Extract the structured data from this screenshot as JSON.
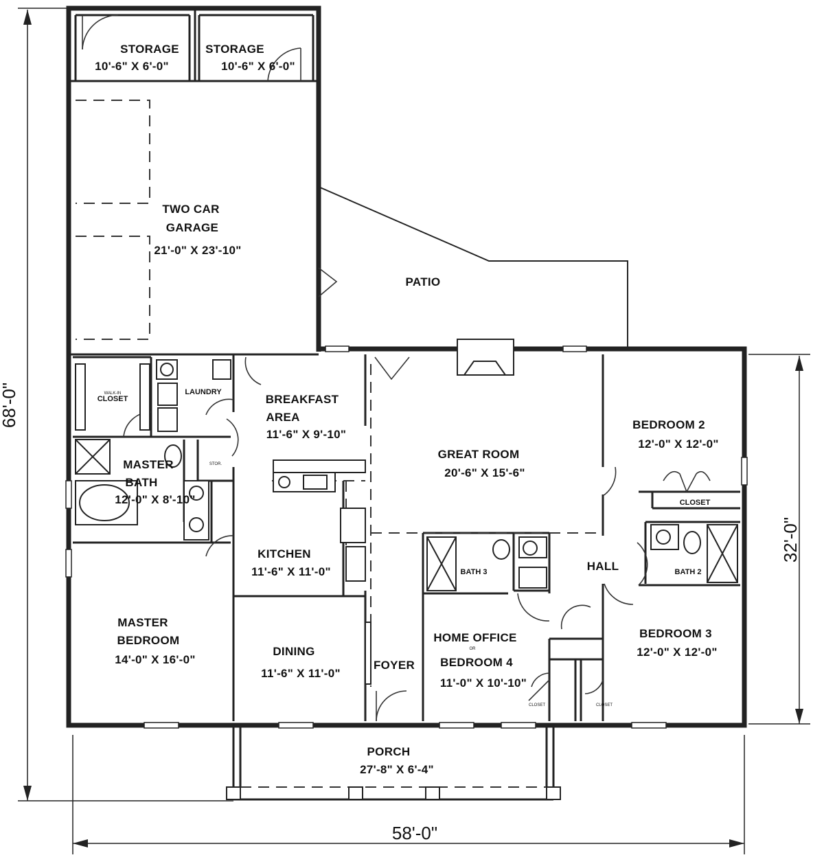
{
  "rooms": {
    "storage_1": {
      "name": "STORAGE",
      "size": "10'-6\" X 6'-0\""
    },
    "storage_2": {
      "name": "STORAGE",
      "size": "10'-6\" X 6'-0\""
    },
    "garage": {
      "name_1": "TWO CAR",
      "name_2": "GARAGE",
      "size": "21'-0\" X 23'-10\""
    },
    "patio": {
      "name": "PATIO"
    },
    "laundry": {
      "name": "LAUNDRY"
    },
    "walkin_closet": {
      "name_1": "WALK-IN",
      "name_2": "CLOSET"
    },
    "breakfast": {
      "name_1": "BREAKFAST",
      "name_2": "AREA",
      "size": "11'-6\" X 9'-10\""
    },
    "great_room": {
      "name": "GREAT ROOM",
      "size": "20'-6\" X 15'-6\""
    },
    "bedroom_2": {
      "name": "BEDROOM 2",
      "size": "12'-0\" X 12'-0\""
    },
    "master_bath": {
      "name_1": "MASTER",
      "name_2": "BATH",
      "size": "12'-0\" X 8'-10\""
    },
    "kitchen": {
      "name": "KITCHEN",
      "size": "11'-6\" X 11'-0\""
    },
    "bath_3": {
      "name": "BATH 3"
    },
    "hall": {
      "name": "HALL"
    },
    "closet_b2": {
      "name": "CLOSET"
    },
    "bath_2": {
      "name": "BATH 2"
    },
    "master_bedroom": {
      "name_1": "MASTER",
      "name_2": "BEDROOM",
      "size": "14'-0\" X 16'-0\""
    },
    "dining": {
      "name": "DINING",
      "size": "11'-6\" X 11'-0\""
    },
    "foyer": {
      "name": "FOYER"
    },
    "home_office": {
      "name_1": "HOME OFFICE",
      "name_2": "OR",
      "name_3": "BEDROOM 4",
      "size": "11'-0\" X 10'-10\""
    },
    "bedroom_3": {
      "name": "BEDROOM 3",
      "size": "12'-0\" X 12'-0\""
    },
    "closet_a": {
      "name": "CLOSET"
    },
    "closet_b": {
      "name": "CLOSET"
    },
    "stor": {
      "name": "STOR."
    },
    "porch": {
      "name": "PORCH",
      "size": "27'-8\" X 6'-4\""
    }
  },
  "dimensions": {
    "overall_depth": "68'-0\"",
    "overall_width": "58'-0\"",
    "house_depth": "32'-0\""
  }
}
